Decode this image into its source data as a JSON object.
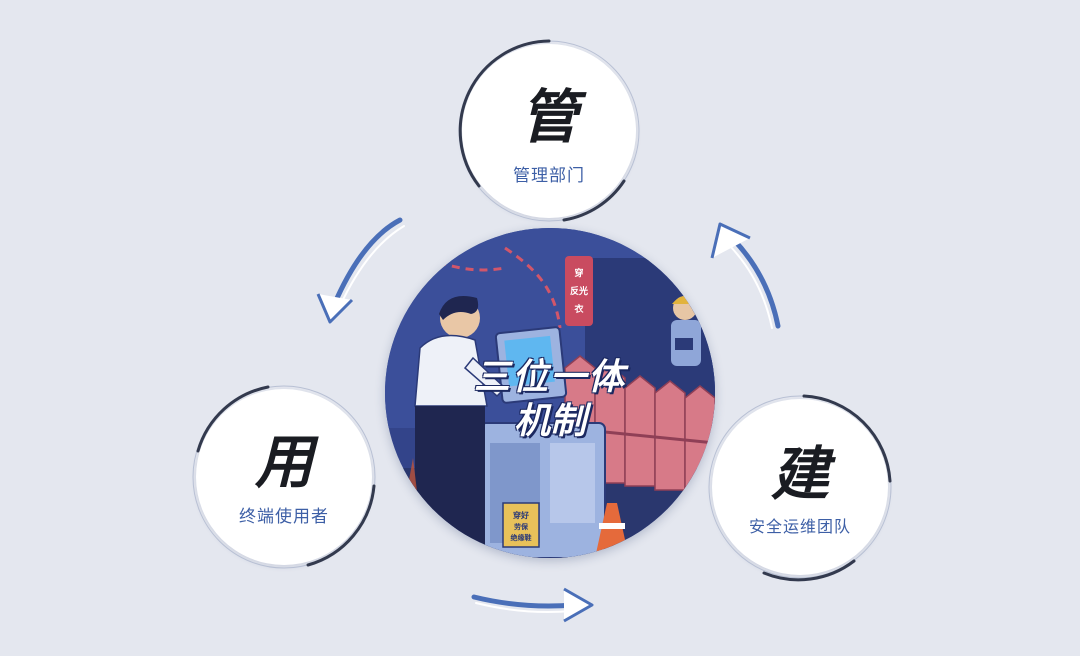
{
  "center": {
    "title_line1": "三位一体",
    "title_line2": "机制",
    "illustration": {
      "sign_top": [
        "穿",
        "反光",
        "衣"
      ],
      "sign_bottom": [
        "穿好",
        "劳保",
        "绝缘鞋"
      ]
    }
  },
  "nodes": {
    "manage": {
      "char": "管",
      "label": "管理部门"
    },
    "use": {
      "char": "用",
      "label": "终端使用者"
    },
    "build": {
      "char": "建",
      "label": "安全运维团队"
    }
  },
  "arrows": [
    {
      "name": "manage-to-use",
      "direction": "down-left"
    },
    {
      "name": "build-to-manage",
      "direction": "up"
    },
    {
      "name": "use-to-build",
      "direction": "right"
    }
  ],
  "colors": {
    "background": "#e4e7ef",
    "label_blue": "#3d5fa6",
    "arrow_blue": "#4a6fb8",
    "ring_dark": "#333a4e",
    "illustration_navy": "#2f3f84",
    "illustration_pink": "#d77a88"
  }
}
